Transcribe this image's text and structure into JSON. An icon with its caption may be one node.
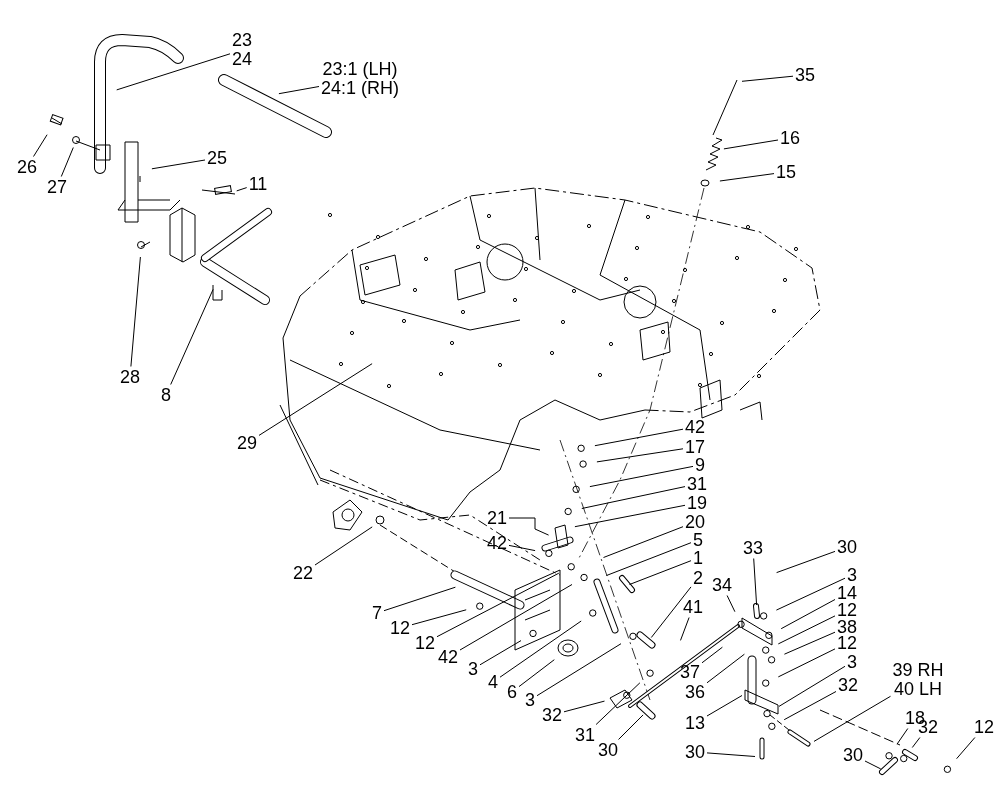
{
  "diagram": {
    "nodes": [
      {
        "text": [
          "23",
          "24"
        ]
      },
      {
        "text": [
          "23:1 (LH)",
          "24:1 (RH)"
        ]
      },
      {
        "text": [
          "35"
        ]
      },
      {
        "text": [
          "16"
        ]
      },
      {
        "text": [
          "26"
        ]
      },
      {
        "text": [
          "15"
        ]
      },
      {
        "text": [
          "25"
        ]
      },
      {
        "text": [
          "11"
        ]
      },
      {
        "text": [
          "27"
        ]
      },
      {
        "text": [
          "28"
        ]
      },
      {
        "text": [
          "8"
        ]
      },
      {
        "text": [
          "42"
        ]
      },
      {
        "text": [
          "29"
        ]
      },
      {
        "text": [
          "17"
        ]
      },
      {
        "text": [
          "9"
        ]
      },
      {
        "text": [
          "31"
        ]
      },
      {
        "text": [
          "19"
        ]
      },
      {
        "text": [
          "21"
        ]
      },
      {
        "text": [
          "20"
        ]
      },
      {
        "text": [
          "42"
        ]
      },
      {
        "text": [
          "5"
        ]
      },
      {
        "text": [
          "1"
        ]
      },
      {
        "text": [
          "22"
        ]
      },
      {
        "text": [
          "2"
        ]
      },
      {
        "text": [
          "33"
        ]
      },
      {
        "text": [
          "30"
        ]
      },
      {
        "text": [
          "3"
        ]
      },
      {
        "text": [
          "34"
        ]
      },
      {
        "text": [
          "14"
        ]
      },
      {
        "text": [
          "41"
        ]
      },
      {
        "text": [
          "7"
        ]
      },
      {
        "text": [
          "12"
        ]
      },
      {
        "text": [
          "12"
        ]
      },
      {
        "text": [
          "38"
        ]
      },
      {
        "text": [
          "12"
        ]
      },
      {
        "text": [
          "12"
        ]
      },
      {
        "text": [
          "42"
        ]
      },
      {
        "text": [
          "3"
        ]
      },
      {
        "text": [
          "37"
        ]
      },
      {
        "text": [
          "3"
        ]
      },
      {
        "text": [
          "39 RH",
          "40 LH"
        ]
      },
      {
        "text": [
          "4"
        ]
      },
      {
        "text": [
          "32"
        ]
      },
      {
        "text": [
          "6"
        ]
      },
      {
        "text": [
          "36"
        ]
      },
      {
        "text": [
          "3"
        ]
      },
      {
        "text": [
          "32"
        ]
      },
      {
        "text": [
          "13"
        ]
      },
      {
        "text": [
          "18"
        ]
      },
      {
        "text": [
          "12"
        ]
      },
      {
        "text": [
          "31"
        ]
      },
      {
        "text": [
          "32"
        ]
      },
      {
        "text": [
          "30"
        ]
      },
      {
        "text": [
          "30"
        ]
      },
      {
        "text": [
          "30"
        ]
      }
    ],
    "edges": [
      {
        "from": 0,
        "to": null,
        "arrow": "none"
      },
      {
        "from": 1,
        "to": null,
        "arrow": "none"
      },
      {
        "from": 2,
        "to": null,
        "arrow": "none"
      },
      {
        "from": 3,
        "to": null,
        "arrow": "none"
      },
      {
        "from": 4,
        "to": null,
        "arrow": "none"
      },
      {
        "from": 5,
        "to": null,
        "arrow": "none"
      },
      {
        "from": 6,
        "to": null,
        "arrow": "none"
      },
      {
        "from": 7,
        "to": null,
        "arrow": "none"
      },
      {
        "from": 8,
        "to": null,
        "arrow": "none"
      },
      {
        "from": 9,
        "to": null,
        "arrow": "none"
      },
      {
        "from": 10,
        "to": null,
        "arrow": "none"
      },
      {
        "from": 11,
        "to": null,
        "arrow": "none"
      },
      {
        "from": 12,
        "to": null,
        "arrow": "none"
      },
      {
        "from": 13,
        "to": null,
        "arrow": "none"
      },
      {
        "from": 14,
        "to": null,
        "arrow": "none"
      },
      {
        "from": 15,
        "to": null,
        "arrow": "none"
      },
      {
        "from": 16,
        "to": null,
        "arrow": "none"
      },
      {
        "from": 17,
        "to": null,
        "arrow": "none"
      },
      {
        "from": 18,
        "to": null,
        "arrow": "none"
      },
      {
        "from": 19,
        "to": null,
        "arrow": "none"
      },
      {
        "from": 20,
        "to": null,
        "arrow": "none"
      },
      {
        "from": 21,
        "to": null,
        "arrow": "none"
      },
      {
        "from": 22,
        "to": null,
        "arrow": "none"
      },
      {
        "from": 23,
        "to": null,
        "arrow": "none"
      },
      {
        "from": 24,
        "to": null,
        "arrow": "none"
      },
      {
        "from": 25,
        "to": null,
        "arrow": "none"
      },
      {
        "from": 26,
        "to": null,
        "arrow": "none"
      },
      {
        "from": 27,
        "to": null,
        "arrow": "none"
      },
      {
        "from": 28,
        "to": null,
        "arrow": "none"
      },
      {
        "from": 29,
        "to": null,
        "arrow": "none"
      },
      {
        "from": 30,
        "to": null,
        "arrow": "none"
      },
      {
        "from": 31,
        "to": null,
        "arrow": "none"
      },
      {
        "from": 32,
        "to": null,
        "arrow": "none"
      },
      {
        "from": 33,
        "to": null,
        "arrow": "none"
      },
      {
        "from": 34,
        "to": null,
        "arrow": "none"
      },
      {
        "from": 35,
        "to": null,
        "arrow": "none"
      },
      {
        "from": 36,
        "to": null,
        "arrow": "none"
      },
      {
        "from": 37,
        "to": null,
        "arrow": "none"
      },
      {
        "from": 38,
        "to": null,
        "arrow": "none"
      },
      {
        "from": 39,
        "to": null,
        "arrow": "none"
      },
      {
        "from": 40,
        "to": null,
        "arrow": "none"
      },
      {
        "from": 41,
        "to": null,
        "arrow": "none"
      },
      {
        "from": 42,
        "to": null,
        "arrow": "none"
      },
      {
        "from": 43,
        "to": null,
        "arrow": "none"
      },
      {
        "from": 44,
        "to": null,
        "arrow": "none"
      },
      {
        "from": 45,
        "to": null,
        "arrow": "none"
      },
      {
        "from": 46,
        "to": null,
        "arrow": "none"
      },
      {
        "from": 47,
        "to": null,
        "arrow": "none"
      },
      {
        "from": 48,
        "to": null,
        "arrow": "none"
      },
      {
        "from": 49,
        "to": null,
        "arrow": "none"
      },
      {
        "from": 50,
        "to": null,
        "arrow": "none"
      },
      {
        "from": 51,
        "to": null,
        "arrow": "none"
      },
      {
        "from": 52,
        "to": null,
        "arrow": "none"
      },
      {
        "from": 53,
        "to": null,
        "arrow": "none"
      },
      {
        "from": 54,
        "to": null,
        "arrow": "none"
      }
    ]
  }
}
